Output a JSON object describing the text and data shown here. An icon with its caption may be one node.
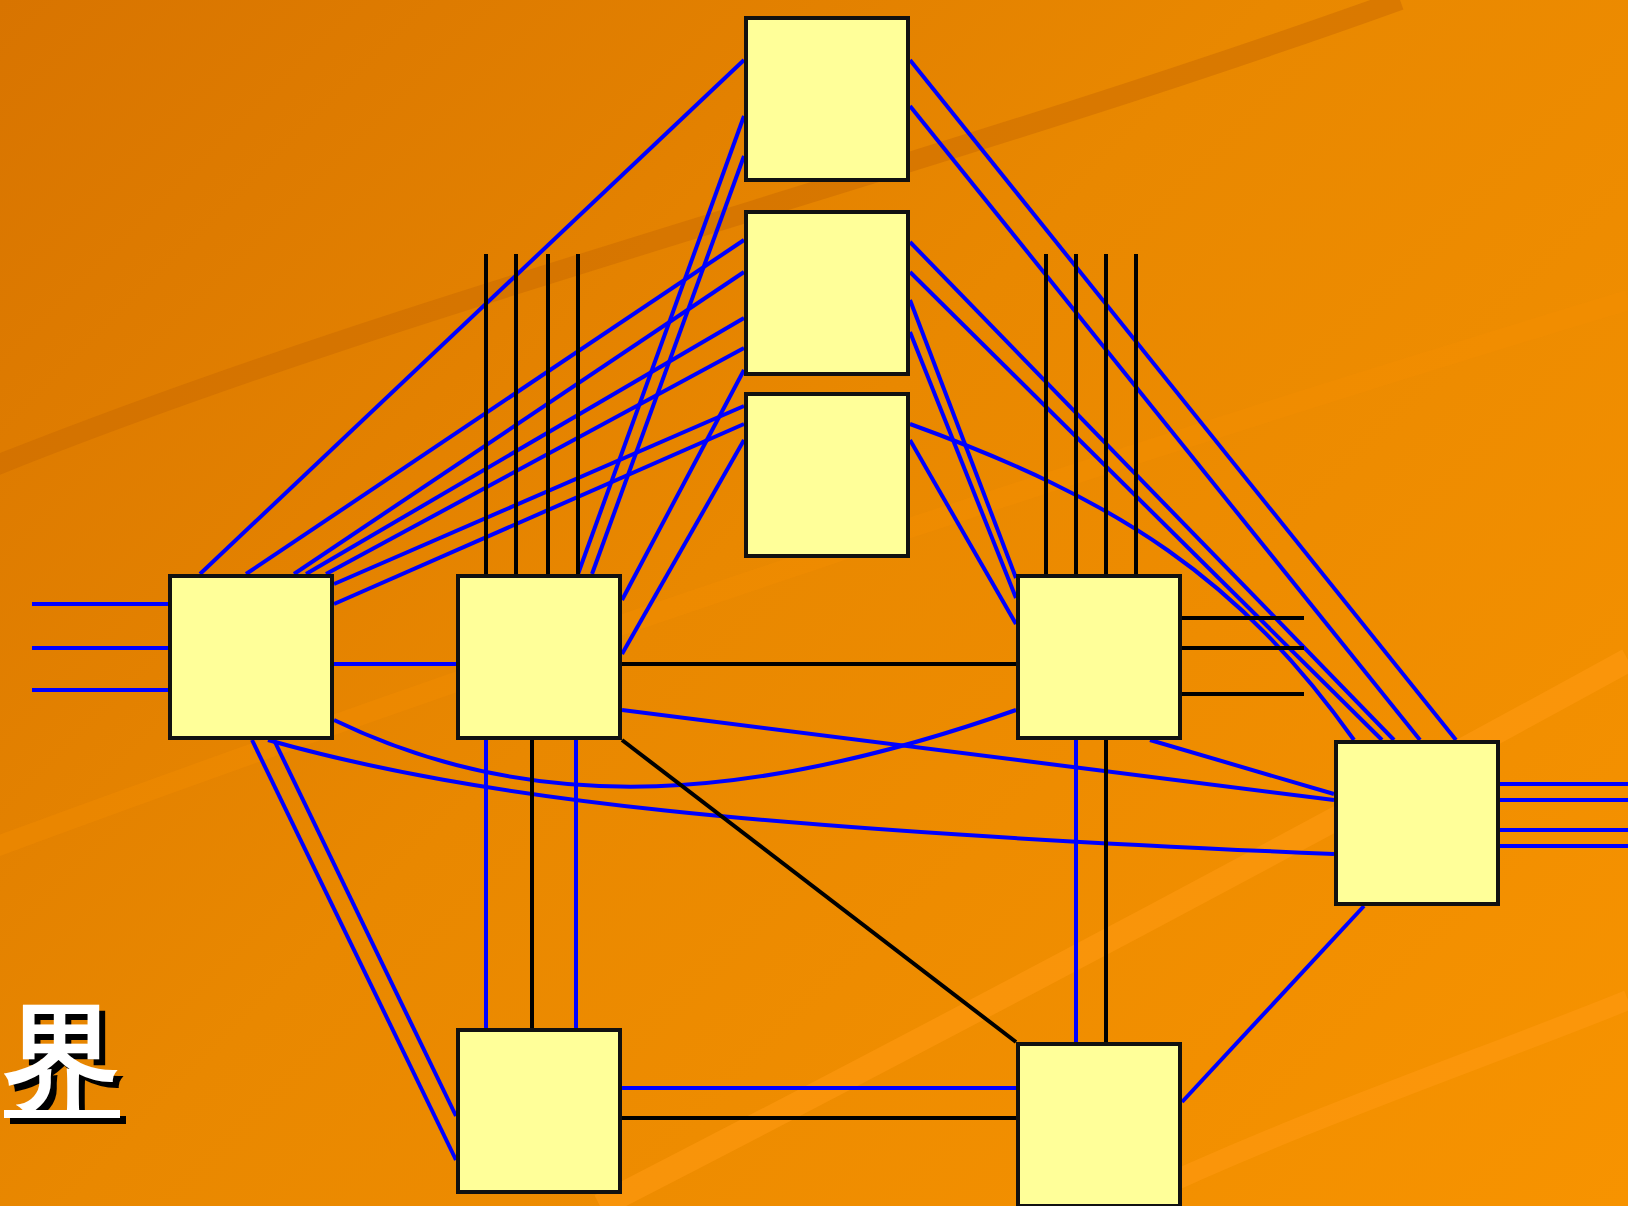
{
  "diagram": {
    "nodes": [
      {
        "text": [],
        "shape": "box"
      },
      {
        "text": [],
        "shape": "box"
      },
      {
        "text": [],
        "shape": "box"
      },
      {
        "text": [],
        "shape": "box"
      },
      {
        "text": [],
        "shape": "box"
      },
      {
        "text": [],
        "shape": "box"
      },
      {
        "text": [],
        "shape": "box"
      },
      {
        "text": [],
        "shape": "box"
      },
      {
        "text": [],
        "shape": "box"
      }
    ],
    "edges": [
      {
        "from": 3,
        "to": 0,
        "arrow": "none"
      },
      {
        "from": 3,
        "to": 1,
        "arrow": "none"
      },
      {
        "from": 3,
        "to": 1,
        "arrow": "none"
      },
      {
        "from": 3,
        "to": 1,
        "arrow": "none"
      },
      {
        "from": 3,
        "to": 1,
        "arrow": "none"
      },
      {
        "from": 3,
        "to": 2,
        "arrow": "none"
      },
      {
        "from": 3,
        "to": 2,
        "arrow": "none"
      },
      {
        "from": 4,
        "to": 0,
        "arrow": "none"
      },
      {
        "from": 4,
        "to": 0,
        "arrow": "none"
      },
      {
        "from": 4,
        "to": 1,
        "arrow": "none"
      },
      {
        "from": 4,
        "to": 2,
        "arrow": "none"
      },
      {
        "from": 0,
        "to": 6,
        "arrow": "none"
      },
      {
        "from": 0,
        "to": 6,
        "arrow": "none"
      },
      {
        "from": 1,
        "to": 6,
        "arrow": "none"
      },
      {
        "from": 1,
        "to": 6,
        "arrow": "none"
      },
      {
        "from": 1,
        "to": 5,
        "arrow": "none"
      },
      {
        "from": 1,
        "to": 5,
        "arrow": "none"
      },
      {
        "from": 2,
        "to": 5,
        "arrow": "none"
      },
      {
        "from": 2,
        "to": 6,
        "arrow": "none"
      },
      {
        "from": 5,
        "to": 6,
        "arrow": "none"
      },
      {
        "from": 4,
        "to": 6,
        "arrow": "none"
      },
      {
        "from": 3,
        "to": 5,
        "arrow": "none"
      },
      {
        "from": 3,
        "to": 6,
        "arrow": "none"
      },
      {
        "from": 3,
        "to": 7,
        "arrow": "none"
      },
      {
        "from": 3,
        "to": 7,
        "arrow": "none"
      },
      {
        "from": 3,
        "to": 4,
        "arrow": "none"
      },
      {
        "from": 4,
        "to": 5,
        "arrow": "none",
        "color": "#000000"
      },
      {
        "from": 4,
        "to": 7,
        "arrow": "none"
      },
      {
        "from": 4,
        "to": 7,
        "arrow": "none",
        "color": "#000000"
      },
      {
        "from": 4,
        "to": 7,
        "arrow": "none"
      },
      {
        "from": 4,
        "to": 8,
        "arrow": "none",
        "color": "#000000"
      },
      {
        "from": 5,
        "to": 8,
        "arrow": "none"
      },
      {
        "from": 5,
        "to": 8,
        "arrow": "none",
        "color": "#000000"
      },
      {
        "from": 6,
        "to": 8,
        "arrow": "none"
      },
      {
        "from": 7,
        "to": 8,
        "arrow": "none"
      },
      {
        "from": 7,
        "to": 8,
        "arrow": "none",
        "color": "#000000"
      },
      {
        "from": null,
        "to": 3,
        "arrow": "none"
      },
      {
        "from": null,
        "to": 3,
        "arrow": "none"
      },
      {
        "from": null,
        "to": 3,
        "arrow": "none"
      },
      {
        "from": 4,
        "to": null,
        "arrow": "none",
        "color": "#000000"
      },
      {
        "from": 4,
        "to": null,
        "arrow": "none",
        "color": "#000000"
      },
      {
        "from": 4,
        "to": null,
        "arrow": "none",
        "color": "#000000"
      },
      {
        "from": 4,
        "to": null,
        "arrow": "none",
        "color": "#000000"
      },
      {
        "from": 5,
        "to": null,
        "arrow": "none",
        "color": "#000000"
      },
      {
        "from": 5,
        "to": null,
        "arrow": "none",
        "color": "#000000"
      },
      {
        "from": 5,
        "to": null,
        "arrow": "none",
        "color": "#000000"
      },
      {
        "from": 5,
        "to": null,
        "arrow": "none",
        "color": "#000000"
      },
      {
        "from": 5,
        "to": null,
        "arrow": "none",
        "color": "#000000"
      },
      {
        "from": 5,
        "to": null,
        "arrow": "none",
        "color": "#000000"
      },
      {
        "from": 5,
        "to": null,
        "arrow": "none",
        "color": "#000000"
      },
      {
        "from": 6,
        "to": null,
        "arrow": "none"
      },
      {
        "from": 6,
        "to": null,
        "arrow": "none"
      },
      {
        "from": 6,
        "to": null,
        "arrow": "none"
      },
      {
        "from": 6,
        "to": null,
        "arrow": "none"
      }
    ],
    "labels": [
      "界"
    ]
  }
}
